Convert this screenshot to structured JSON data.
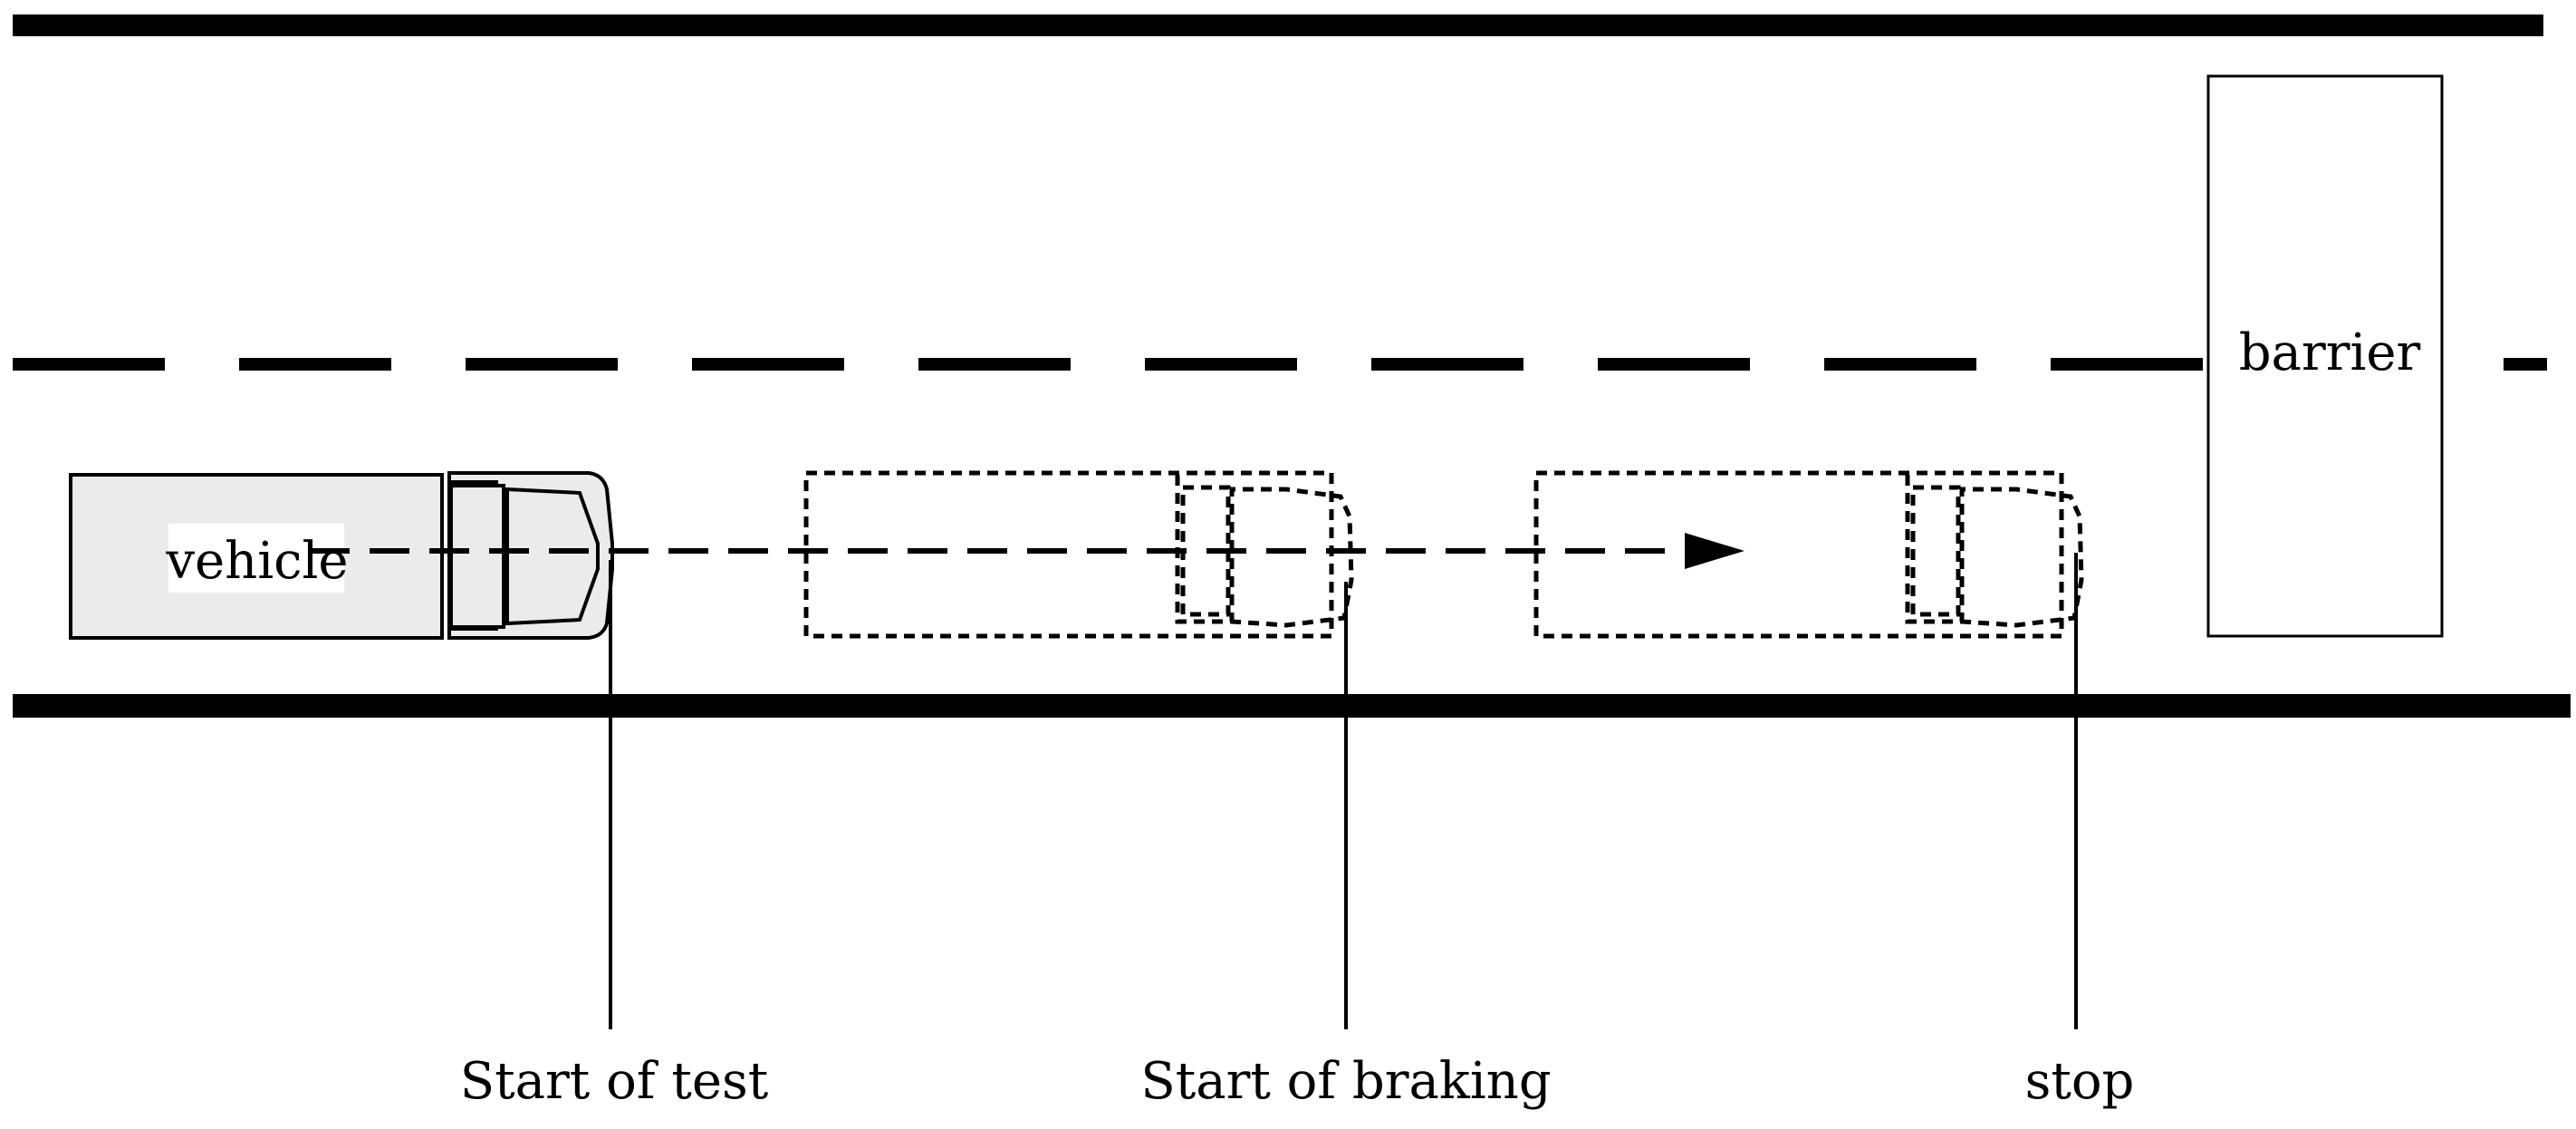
{
  "labels": {
    "vehicle": "vehicle",
    "barrier": "barrier",
    "start_of_test": "Start of test",
    "start_of_braking": "Start of braking",
    "stop": "stop"
  },
  "colors": {
    "ink": "#000000",
    "vehicle_fill": "#ebebeb",
    "background": "#ffffff"
  }
}
